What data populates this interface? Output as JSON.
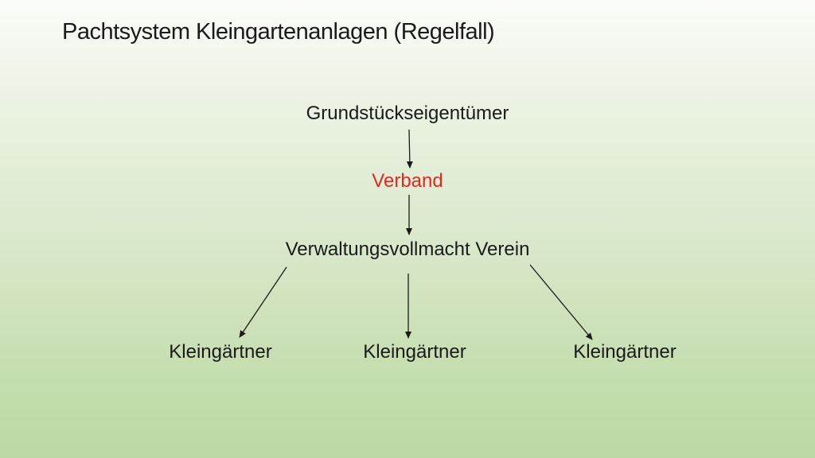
{
  "title": "Pachtsystem Kleingartenanlagen (Regelfall)",
  "nodes": {
    "owner": "Grundstückseigentümer",
    "association": "Verband",
    "club": "Verwaltungsvollmacht Verein",
    "gardener_left": "Kleingärtner",
    "gardener_center": "Kleingärtner",
    "gardener_right": "Kleingärtner"
  },
  "colors": {
    "highlight": "#e8261c",
    "text": "#1a1a1a"
  }
}
